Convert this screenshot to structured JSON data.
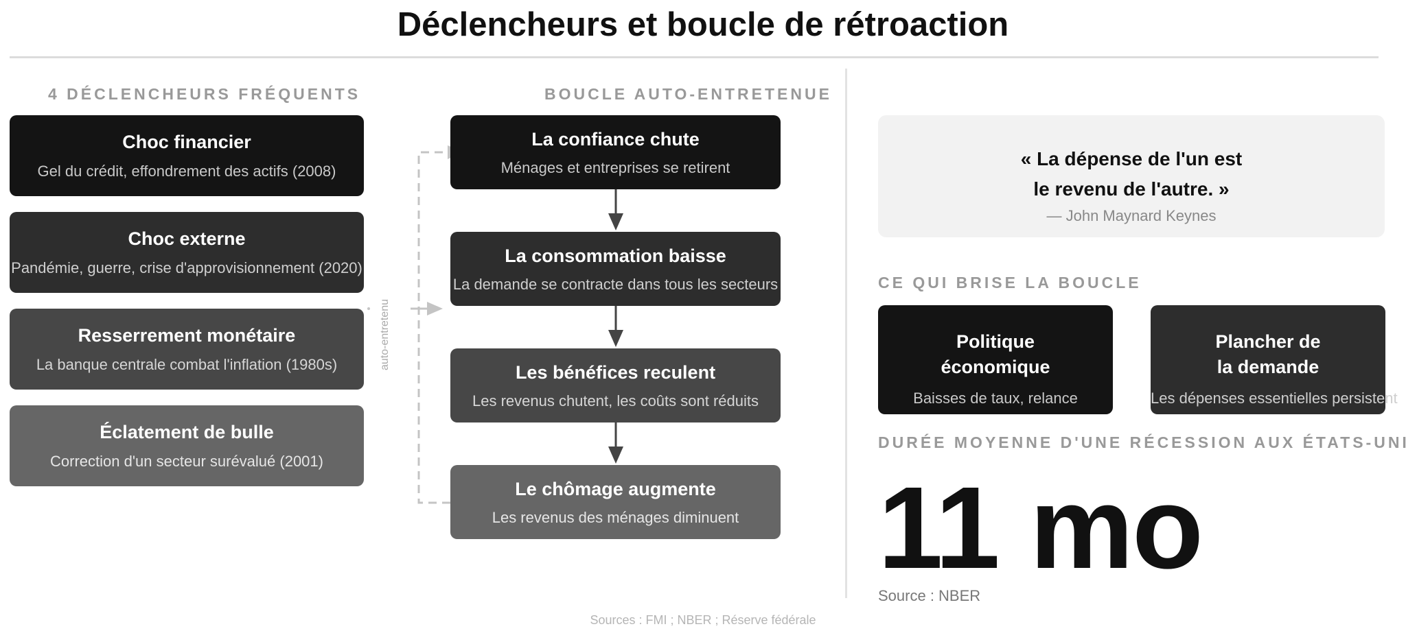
{
  "title": "Déclencheurs et boucle de rétroaction",
  "triggers": {
    "label": "4 DÉCLENCHEURS FRÉQUENTS",
    "items": [
      {
        "title": "Choc financier",
        "desc": "Gel du crédit, effondrement des actifs (2008)"
      },
      {
        "title": "Choc externe",
        "desc": "Pandémie, guerre, crise d'approvisionnement (2020)"
      },
      {
        "title": "Resserrement monétaire",
        "desc": "La banque centrale combat l'inflation (1980s)"
      },
      {
        "title": "Éclatement de bulle",
        "desc": "Correction d'un secteur surévalué (2001)"
      }
    ]
  },
  "loop": {
    "label": "BOUCLE AUTO-ENTRETENUE",
    "side_label": "auto-entretenu",
    "steps": [
      {
        "title": "La confiance chute",
        "desc": "Ménages et entreprises se retirent"
      },
      {
        "title": "La consommation baisse",
        "desc": "La demande se contracte dans tous les secteurs"
      },
      {
        "title": "Les bénéfices reculent",
        "desc": "Les revenus chutent, les coûts sont réduits"
      },
      {
        "title": "Le chômage augmente",
        "desc": "Les revenus des ménages diminuent"
      }
    ]
  },
  "quote": {
    "line1": "« La dépense de l'un est",
    "line2": "le revenu de l'autre. »",
    "author": "— John Maynard Keynes"
  },
  "breakers": {
    "label": "CE QUI BRISE LA BOUCLE",
    "items": [
      {
        "title_line1": "Politique",
        "title_line2": "économique",
        "desc": "Baisses de taux, relance"
      },
      {
        "title_line1": "Plancher de",
        "title_line2": "la demande",
        "desc": "Les dépenses essentielles persistent"
      }
    ]
  },
  "duration": {
    "label": "DURÉE MOYENNE D'UNE RÉCESSION AUX ÉTATS-UNIS",
    "value": "11 mo",
    "source": "Source : NBER"
  },
  "footer": {
    "sources": "Sources : FMI ; NBER ; Réserve fédérale"
  }
}
